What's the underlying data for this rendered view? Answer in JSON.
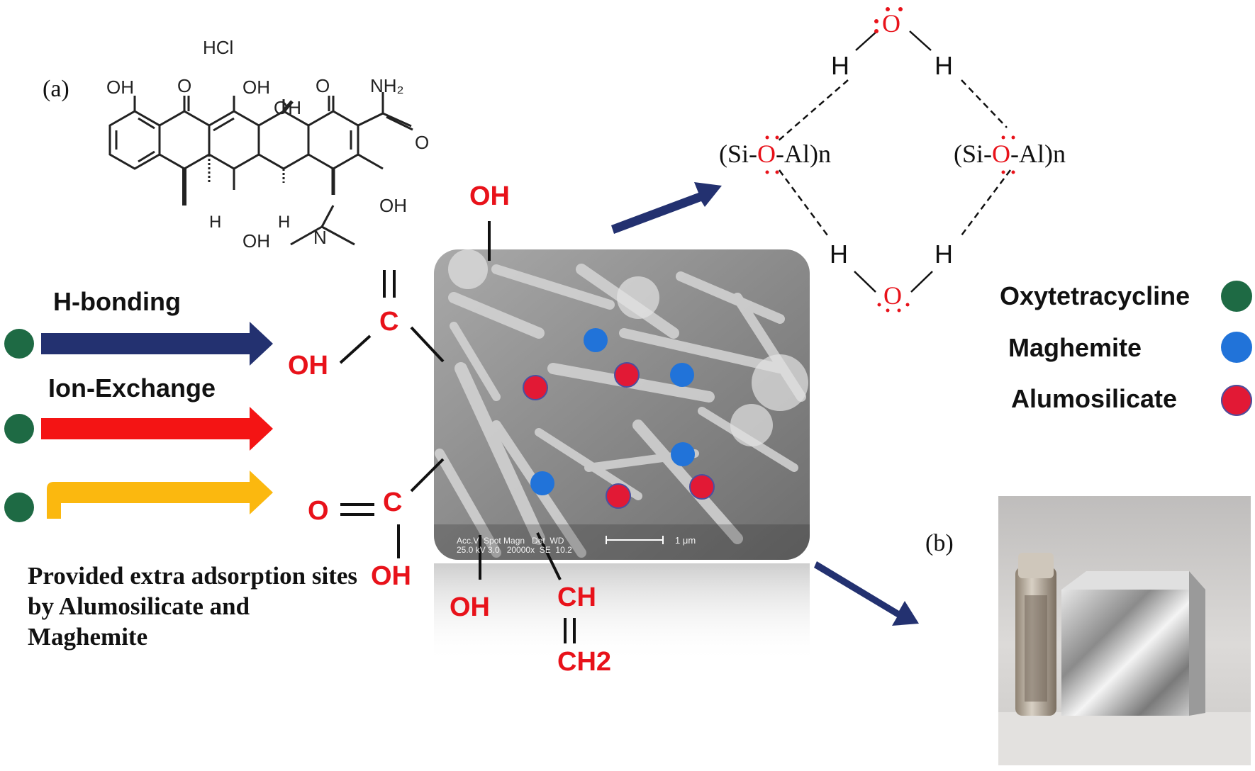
{
  "panels": {
    "a": "(a)",
    "b": "(b)"
  },
  "molecule": {
    "salt": "HCl",
    "labels": {
      "oh1": "OH",
      "o1": "O",
      "oh2": "OH",
      "oh3": "OH",
      "o2": "O",
      "nh2": "NH₂",
      "oh4": "OH",
      "oh5": "OH",
      "n": "N",
      "h1": "H",
      "h2": "H"
    }
  },
  "mechanisms": [
    {
      "label": "H-bonding",
      "color": "#233170"
    },
    {
      "label": "Ion-Exchange",
      "color": "#f41414"
    },
    {
      "label": "",
      "color": "#fbb80f"
    }
  ],
  "functional_groups": {
    "oh_top": "OH",
    "c_upper": "C",
    "oh_left": "OH",
    "c_lower": "C",
    "o_left": "O",
    "oh_lower": "OH",
    "oh_bottom": "OH",
    "ch": "CH",
    "ch2": "CH2"
  },
  "sem": {
    "info": "Acc.V  Spot Magn   Det  WD\n25.0 kV 3.0   20000x  SE  10.2",
    "scale": "1 μm"
  },
  "hbond": {
    "h": "H",
    "o": "O",
    "left_unit": "(Si-O-Al)n",
    "right_unit": "(Si-O-Al)n",
    "unit_prefix": "(Si-",
    "unit_o": "O",
    "unit_suffix": "-Al)n"
  },
  "legend": [
    {
      "label": "Oxytetracycline",
      "color": "#1e6a44"
    },
    {
      "label": "Maghemite",
      "color": "#2173d9"
    },
    {
      "label": "Alumosilicate",
      "color": "#e21935"
    }
  ],
  "summary": "Provided extra adsorption sites by Alumosilicate and Maghemite",
  "colors": {
    "navy_arrow": "#233170",
    "red_label": "#e8121a",
    "oxytetracycline": "#1e6a44",
    "maghemite": "#2173d9",
    "alumosilicate": "#e21935"
  }
}
